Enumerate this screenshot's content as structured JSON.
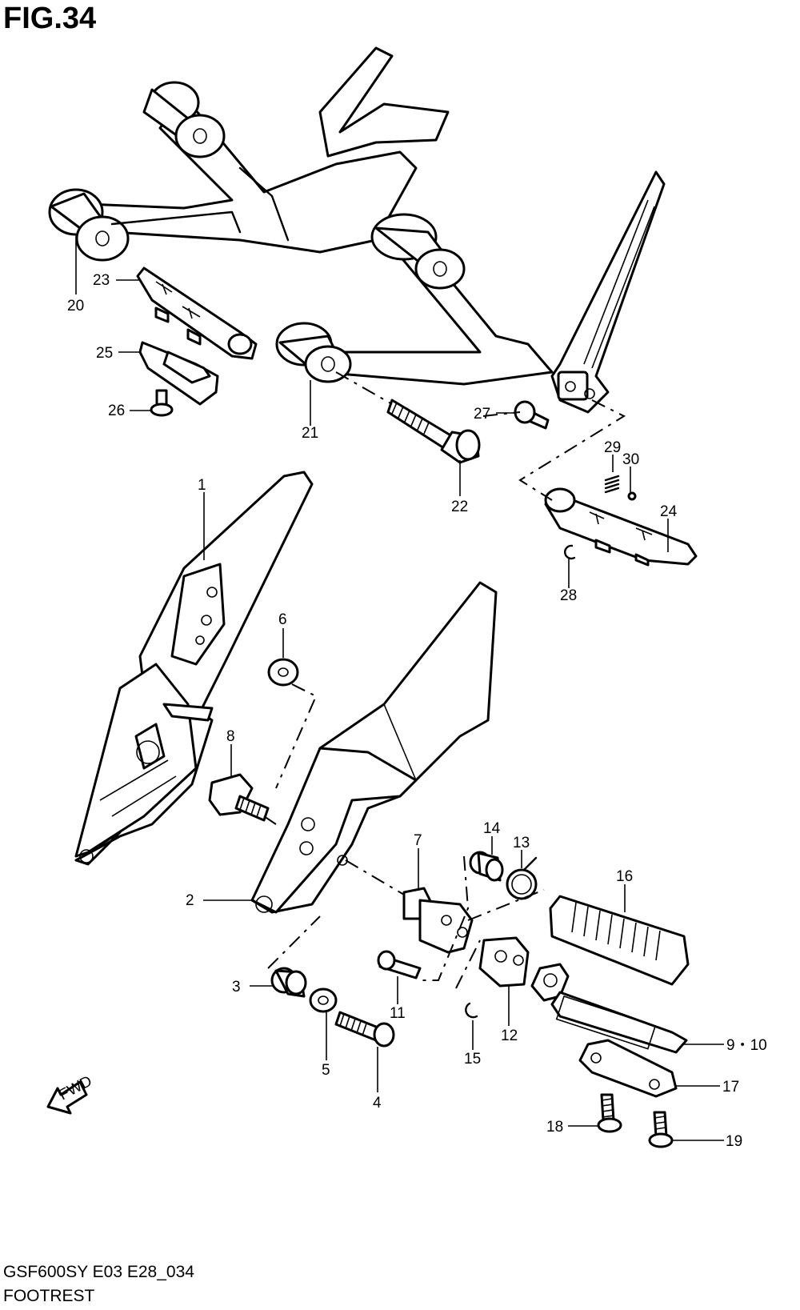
{
  "figure": {
    "title": "FIG.34"
  },
  "footer": {
    "model_code": "GSF600SY E03 E28_034",
    "section_name": "FOOTREST"
  },
  "fwd_label": "FWD",
  "callouts": [
    {
      "id": "c1",
      "label": "1"
    },
    {
      "id": "c2",
      "label": "2"
    },
    {
      "id": "c3",
      "label": "3"
    },
    {
      "id": "c4",
      "label": "4"
    },
    {
      "id": "c5",
      "label": "5"
    },
    {
      "id": "c6",
      "label": "6"
    },
    {
      "id": "c7",
      "label": "7"
    },
    {
      "id": "c8",
      "label": "8"
    },
    {
      "id": "c910",
      "label": "9・10"
    },
    {
      "id": "c11",
      "label": "11"
    },
    {
      "id": "c12",
      "label": "12"
    },
    {
      "id": "c13",
      "label": "13"
    },
    {
      "id": "c14",
      "label": "14"
    },
    {
      "id": "c15",
      "label": "15"
    },
    {
      "id": "c16",
      "label": "16"
    },
    {
      "id": "c17",
      "label": "17"
    },
    {
      "id": "c18",
      "label": "18"
    },
    {
      "id": "c19",
      "label": "19"
    },
    {
      "id": "c20",
      "label": "20"
    },
    {
      "id": "c21",
      "label": "21"
    },
    {
      "id": "c22",
      "label": "22"
    },
    {
      "id": "c23",
      "label": "23"
    },
    {
      "id": "c24",
      "label": "24"
    },
    {
      "id": "c25",
      "label": "25"
    },
    {
      "id": "c26",
      "label": "26"
    },
    {
      "id": "c27",
      "label": "27"
    },
    {
      "id": "c28",
      "label": "28"
    },
    {
      "id": "c29",
      "label": "29"
    },
    {
      "id": "c30",
      "label": "30"
    }
  ]
}
